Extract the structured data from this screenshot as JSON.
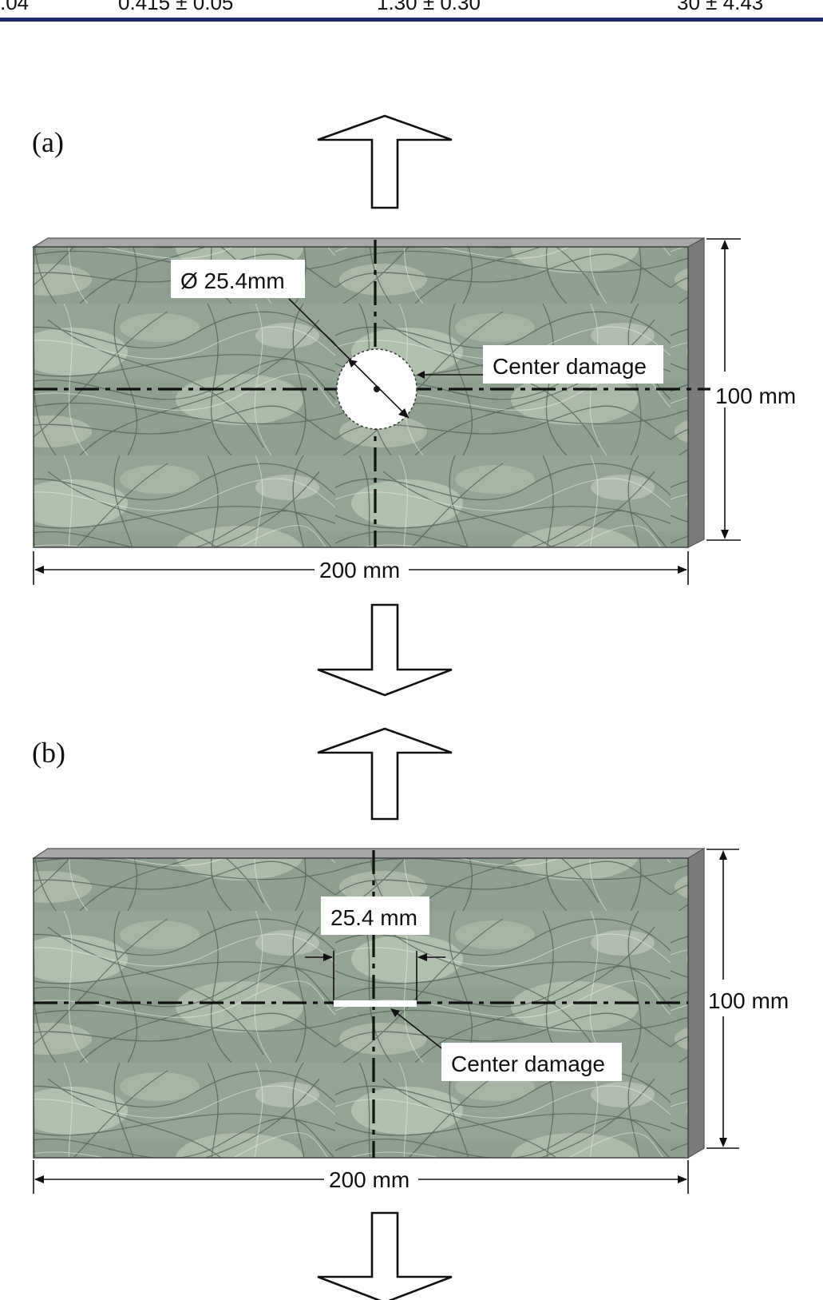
{
  "table_strip": {
    "cells": [
      ".04",
      "0.415 ± 0.05",
      "1.30 ± 0.30",
      "30 ± 4.43"
    ],
    "rule_color": "#1f2d6b"
  },
  "panels": [
    {
      "label": "(a)",
      "damage_type": "circular hole",
      "diameter_label": "Ø 25.4mm",
      "center_label": "Center damage",
      "height_label": "100 mm",
      "width_label": "200 mm"
    },
    {
      "label": "(b)",
      "damage_type": "center slit",
      "slit_label": "25.4 mm",
      "center_label": "Center damage",
      "height_label": "100 mm",
      "width_label": "200 mm"
    }
  ],
  "icons": [
    "load-arrow-up-icon",
    "load-arrow-down-icon"
  ],
  "colors": {
    "specimen_base": "#8a9a8a",
    "specimen_edge": "#7a7a7a",
    "fiber": "#4d5d52"
  }
}
